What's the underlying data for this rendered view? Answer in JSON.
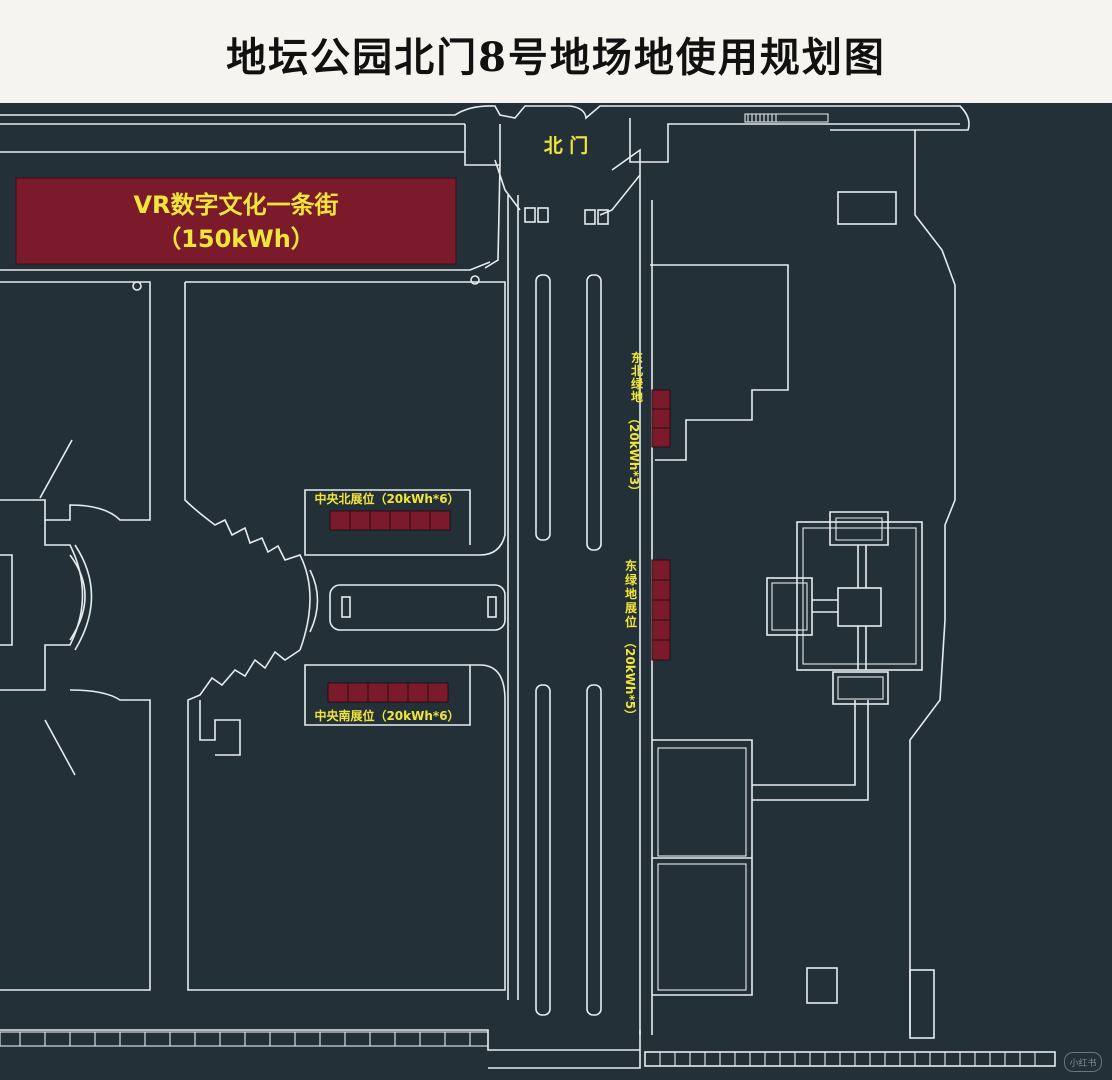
{
  "title": "地坛公园北门8号地场地使用规划图",
  "colors": {
    "background": "#243038",
    "line": "#e6ebee",
    "booth_fill": "#7b1a2b",
    "label_text": "#f0e63a",
    "title_bar": "#f6f4ef"
  },
  "map": {
    "gate_label": "北 门",
    "vr_zone": {
      "line1": "VR数字文化一条街",
      "line2": "（150kWh）"
    },
    "central_north": {
      "label": "中央北展位（20kWh*6）",
      "booth_count": 6
    },
    "central_south": {
      "label": "中央南展位（20kWh*6）",
      "booth_count": 6
    },
    "northeast_green": {
      "name": "东北绿地",
      "power": "（20kWh*3）",
      "booth_count": 3
    },
    "east_green": {
      "name": "东绿地展位",
      "power": "（20kWh*5）",
      "booth_count": 5
    }
  },
  "watermark": "小红书"
}
